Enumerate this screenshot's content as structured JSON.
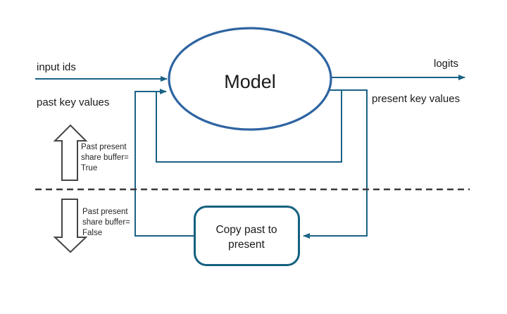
{
  "diagram": {
    "model_label": "Model",
    "input_ids_label": "input ids",
    "past_key_values_label": "past key values",
    "logits_label": "logits",
    "present_key_values_label": "present key values",
    "copy_box": {
      "lines": [
        "Copy past to",
        "present"
      ]
    },
    "share_buffer_true": {
      "lines": [
        "Past present",
        "share buffer=",
        "True"
      ]
    },
    "share_buffer_false": {
      "lines": [
        "Past present",
        "share buffer=",
        "False"
      ]
    },
    "colors": {
      "connector": "#1B6286",
      "ellipse_stroke": "#2E64A1",
      "box_stroke": "#15607F",
      "block_arrow_stroke": "#454545",
      "dashed_line": "#3A3A3A",
      "text": "#1A1A1A",
      "background": "#FFFFFF"
    }
  }
}
